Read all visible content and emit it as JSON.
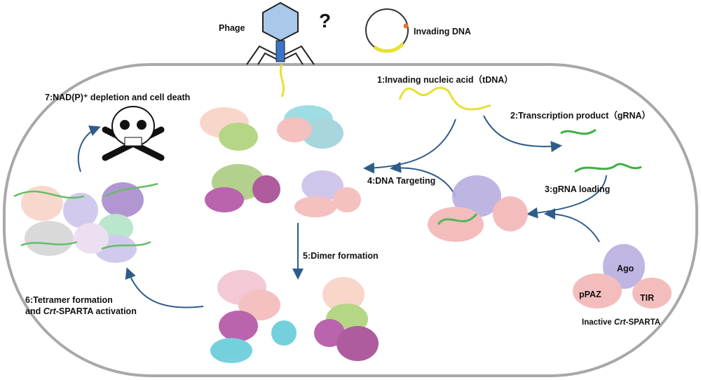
{
  "phage_label": "Phage",
  "question_mark": "?",
  "invading_dna_label": "Invading DNA",
  "steps": {
    "s1": "1:Invading nucleic acid（tDNA）",
    "s2": "2:Transcription product（gRNA）",
    "s3": "3:gRNA loading",
    "s4": "4:DNA Targeting",
    "s5": "5:Dimer formation",
    "s6a": "6:Tetramer formation",
    "s6b_pre": "and ",
    "s6b_italic": "Crt",
    "s6b_post": "-SPARTA activation",
    "s7": "7:NAD(P)⁺ depletion and cell death"
  },
  "inactive": {
    "ago": "Ago",
    "ppaz": "pPAZ",
    "tir": "TIR",
    "caption_pre": "Inactive ",
    "caption_italic": "Crt",
    "caption_post": "-SPARTA"
  },
  "colors": {
    "arrow": "#2e5c8a",
    "cell": "#a8a8a8",
    "dna": "#e8e030",
    "rna": "#3cb043",
    "ago": "#b9aee0",
    "pink": "#f3b6b6"
  }
}
